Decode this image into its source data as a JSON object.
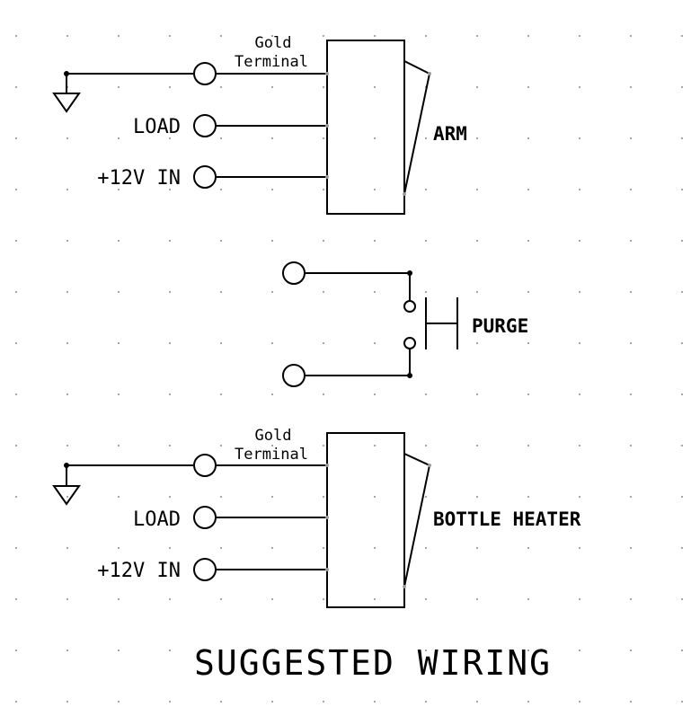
{
  "title": "SUGGESTED WIRING",
  "switches": [
    {
      "name": "ARM",
      "gold_terminal_label": [
        "Gold",
        "Terminal"
      ],
      "terminals": [
        "LOAD",
        "+12V IN"
      ]
    },
    {
      "name": "BOTTLE HEATER",
      "gold_terminal_label": [
        "Gold",
        "Terminal"
      ],
      "terminals": [
        "LOAD",
        "+12V IN"
      ]
    }
  ],
  "pushbutton": {
    "name": "PURGE"
  }
}
